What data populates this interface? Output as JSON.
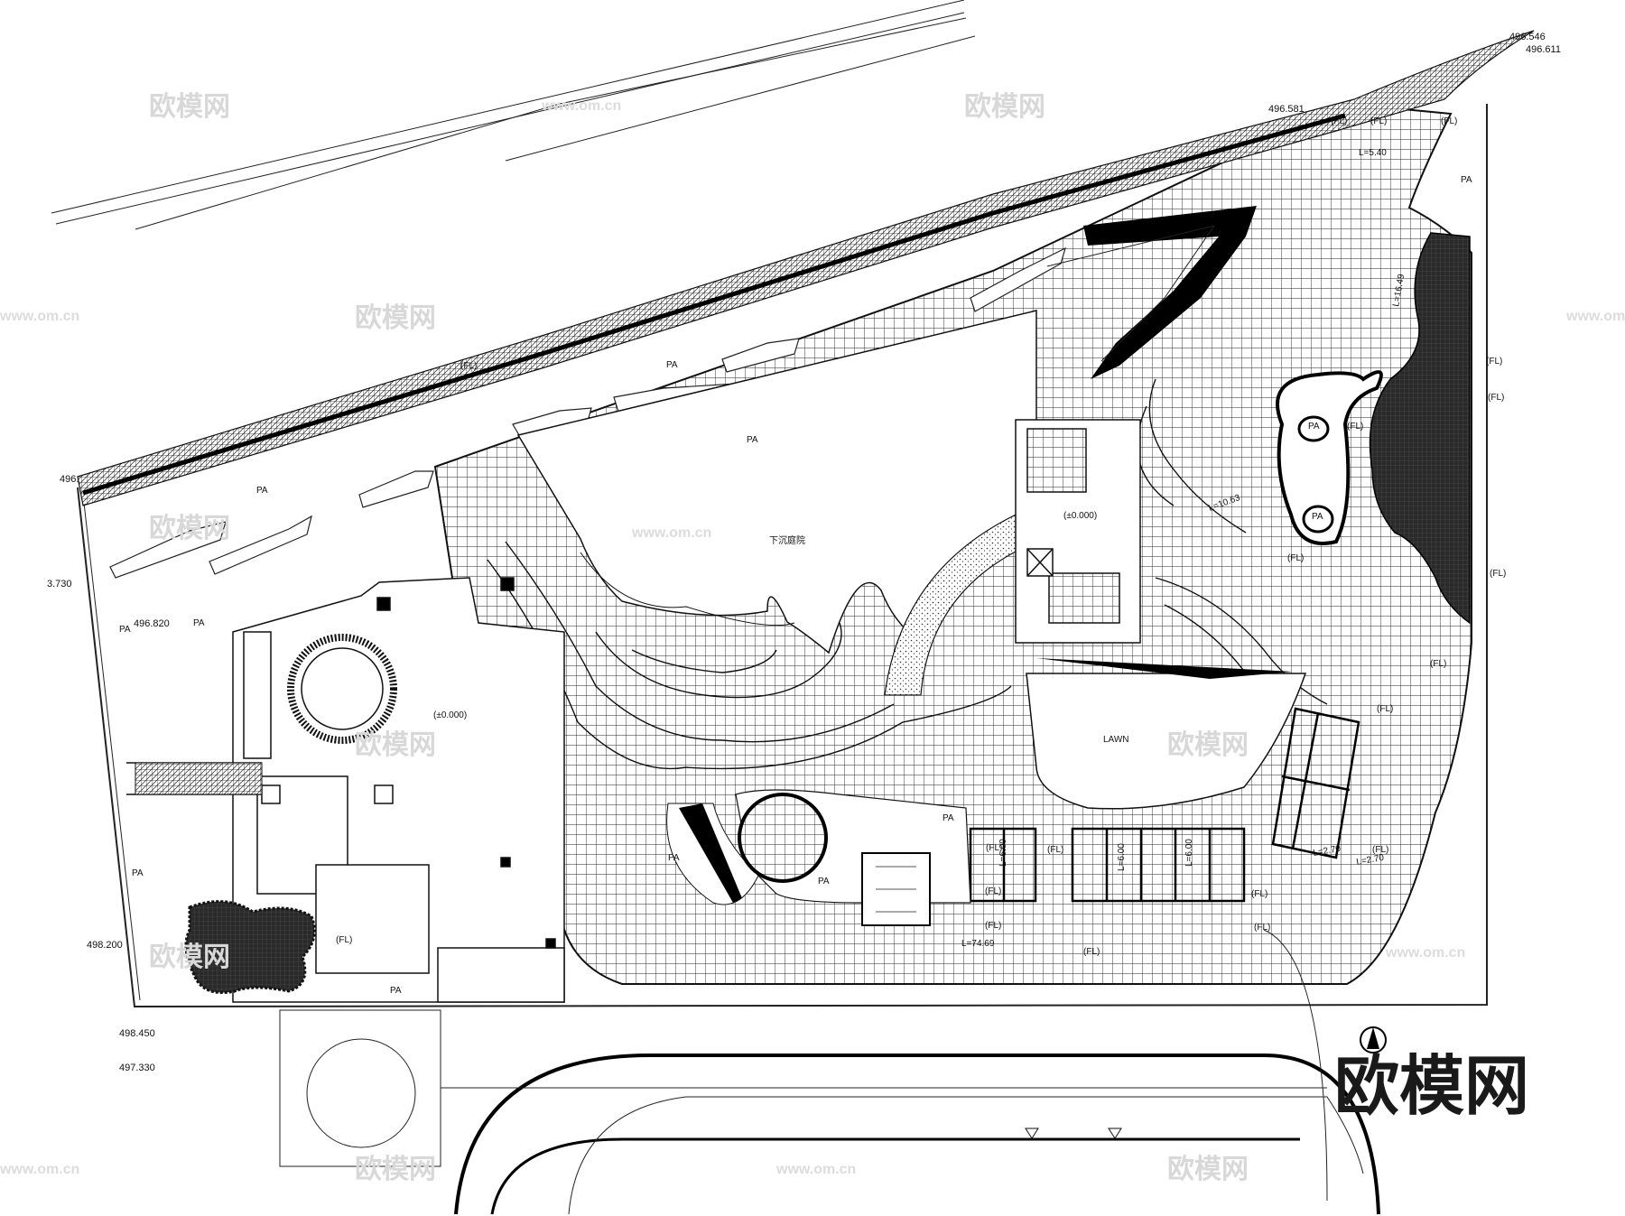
{
  "elevations": [
    "496.546",
    "496.611",
    "496.581",
    "496.",
    "3.730",
    "496.820",
    "498.200",
    "498.450",
    "497.330"
  ],
  "area_labels": {
    "pa": "PA",
    "fl": "(FL)",
    "floor_level": "(±0.000)",
    "lawn": "LAWN",
    "sunken_courtyard": "下沉庭院"
  },
  "dimensions": [
    "L=5.40",
    "L=16.49",
    "L=10.63",
    "L=6.00",
    "L=6.00",
    "L=6.00",
    "L=74.69",
    "L=2.70",
    "L=2.70"
  ],
  "watermark": {
    "logo": "欧模网",
    "url": "www.om.cn"
  }
}
